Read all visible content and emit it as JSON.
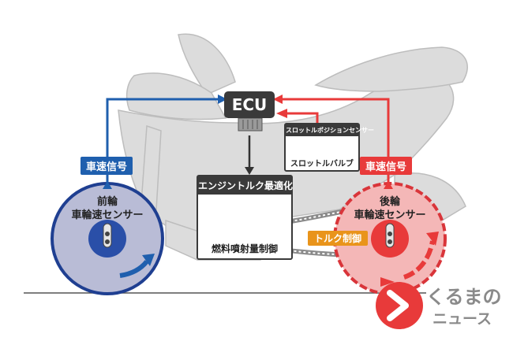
{
  "diagram": {
    "ecu_label": "ECU",
    "throttle_sensor_label": "スロットルポジションセンサー",
    "throttle_valve_label": "スロットルバルブ",
    "engine_panel_title": "エンジントルク最適化",
    "engine_panel_caption": "燃料噴射量制御",
    "front_speed_signal": "車速信号",
    "rear_speed_signal": "車速信号",
    "front_wheel_label_1": "前輪",
    "front_wheel_label_2": "車輪速センサー",
    "rear_wheel_label_1": "後輪",
    "rear_wheel_label_2": "車輪速センサー",
    "torque_control_label": "トルク制御"
  },
  "logo": {
    "line1": "くるまの",
    "line2": "ニュース"
  },
  "colors": {
    "blue": "#1f5fae",
    "red": "#e83a3a",
    "orange": "#e9941b",
    "dark": "#3a3a3a",
    "silhouette": "#dcdcdc",
    "front_wheel_fill": "#b9bcd6",
    "rear_wheel_fill": "#f4b7b7"
  }
}
